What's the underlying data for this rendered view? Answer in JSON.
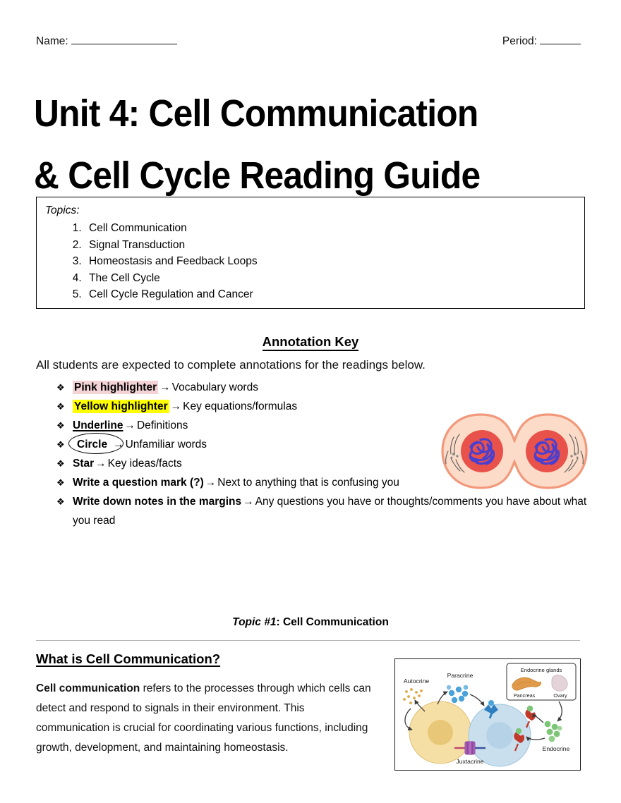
{
  "header": {
    "name_label": "Name:",
    "period_label": "Period:"
  },
  "title": {
    "line1": "Unit 4: Cell Communication",
    "line2": "& Cell Cycle Reading Guide"
  },
  "topics_box": {
    "label": "Topics:",
    "items": [
      "Cell Communication",
      "Signal Transduction",
      "Homeostasis and Feedback Loops",
      "The Cell Cycle",
      "Cell Cycle Regulation and Cancer"
    ],
    "figure": {
      "name": "dividing-cell-illustration",
      "cytoplasm_color": "#fcdcc8",
      "membrane_color": "#f09a7a",
      "nucleus_color": "#e8524a",
      "chromatin_color": "#4a3fd0",
      "spindle_color": "#555555"
    }
  },
  "annotation_key": {
    "title": "Annotation Key",
    "intro": "All students are expected to complete annotations for the readings below.",
    "bullet_glyph": "❖",
    "arrow_glyph": "→",
    "items": [
      {
        "lead": "Pink highlighter",
        "style": "pink-highlight",
        "desc": "Vocabulary words"
      },
      {
        "lead": "Yellow highlighter",
        "style": "yellow-highlight",
        "desc": "Key equations/formulas"
      },
      {
        "lead": "Underline",
        "style": "underline",
        "desc": "Definitions"
      },
      {
        "lead": "Circle",
        "style": "circled",
        "desc": "Unfamiliar words"
      },
      {
        "lead": "Star",
        "style": "bold",
        "desc": "Key ideas/facts"
      },
      {
        "lead": "Write a question mark (?)",
        "style": "bold",
        "desc": "Next to anything that is confusing you"
      },
      {
        "lead": "Write down notes in the margins",
        "style": "bold",
        "desc": "Any questions you have or thoughts/comments you have about what you read"
      }
    ],
    "colors": {
      "pink": "#f3d3d6",
      "yellow": "#ffff00"
    }
  },
  "topic_section": {
    "topic_number": "Topic #1",
    "topic_name": ": Cell Communication",
    "heading": "What is Cell Communication?",
    "paragraph_bold": "Cell communication",
    "paragraph_rest": " refers to the processes through which cells can detect and respond to signals in their environment. This communication is crucial for coordinating various functions, including growth, development, and maintaining homeostasis.",
    "figure": {
      "name": "cell-signaling-types-diagram",
      "labels": {
        "autocrine": "Autocrine",
        "paracrine": "Paracrine",
        "juxtacrine": "Juxtacrine",
        "endocrine": "Endocrine",
        "endocrine_glands": "Endocrine glands",
        "pancreas": "Pancreas",
        "ovary": "Ovary"
      },
      "colors": {
        "yellow_cell": "#f6dfa4",
        "blue_cell": "#c3dced",
        "paracrine_ligand": "#4aa3d8",
        "endocrine_ligand": "#7cc576",
        "autocrine_ligand": "#e8b44a",
        "receptor_red": "#c0392b",
        "pancreas": "#e09b4a",
        "ovary": "#e4d3d8"
      }
    }
  }
}
